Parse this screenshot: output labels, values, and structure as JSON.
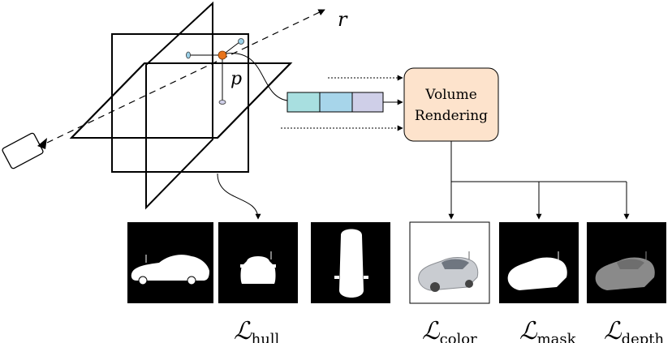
{
  "labels": {
    "ray": "r",
    "point": "p",
    "volume_rendering_line1": "Volume",
    "volume_rendering_line2": "Rendering"
  },
  "losses": {
    "hull": {
      "symbol": "ℒ",
      "subscript": "hull"
    },
    "color": {
      "symbol": "ℒ",
      "subscript": "color"
    },
    "mask": {
      "symbol": "ℒ",
      "subscript": "mask"
    },
    "depth": {
      "symbol": "ℒ",
      "subscript": "depth"
    }
  },
  "colors": {
    "vr_box_fill": "#fde3cc",
    "feature_1": "#a8dfe0",
    "feature_2": "#a7d5ea",
    "feature_3": "#cfcfe8",
    "point_orange": "#e8731a",
    "sample_blue": "#9ad0e8"
  }
}
